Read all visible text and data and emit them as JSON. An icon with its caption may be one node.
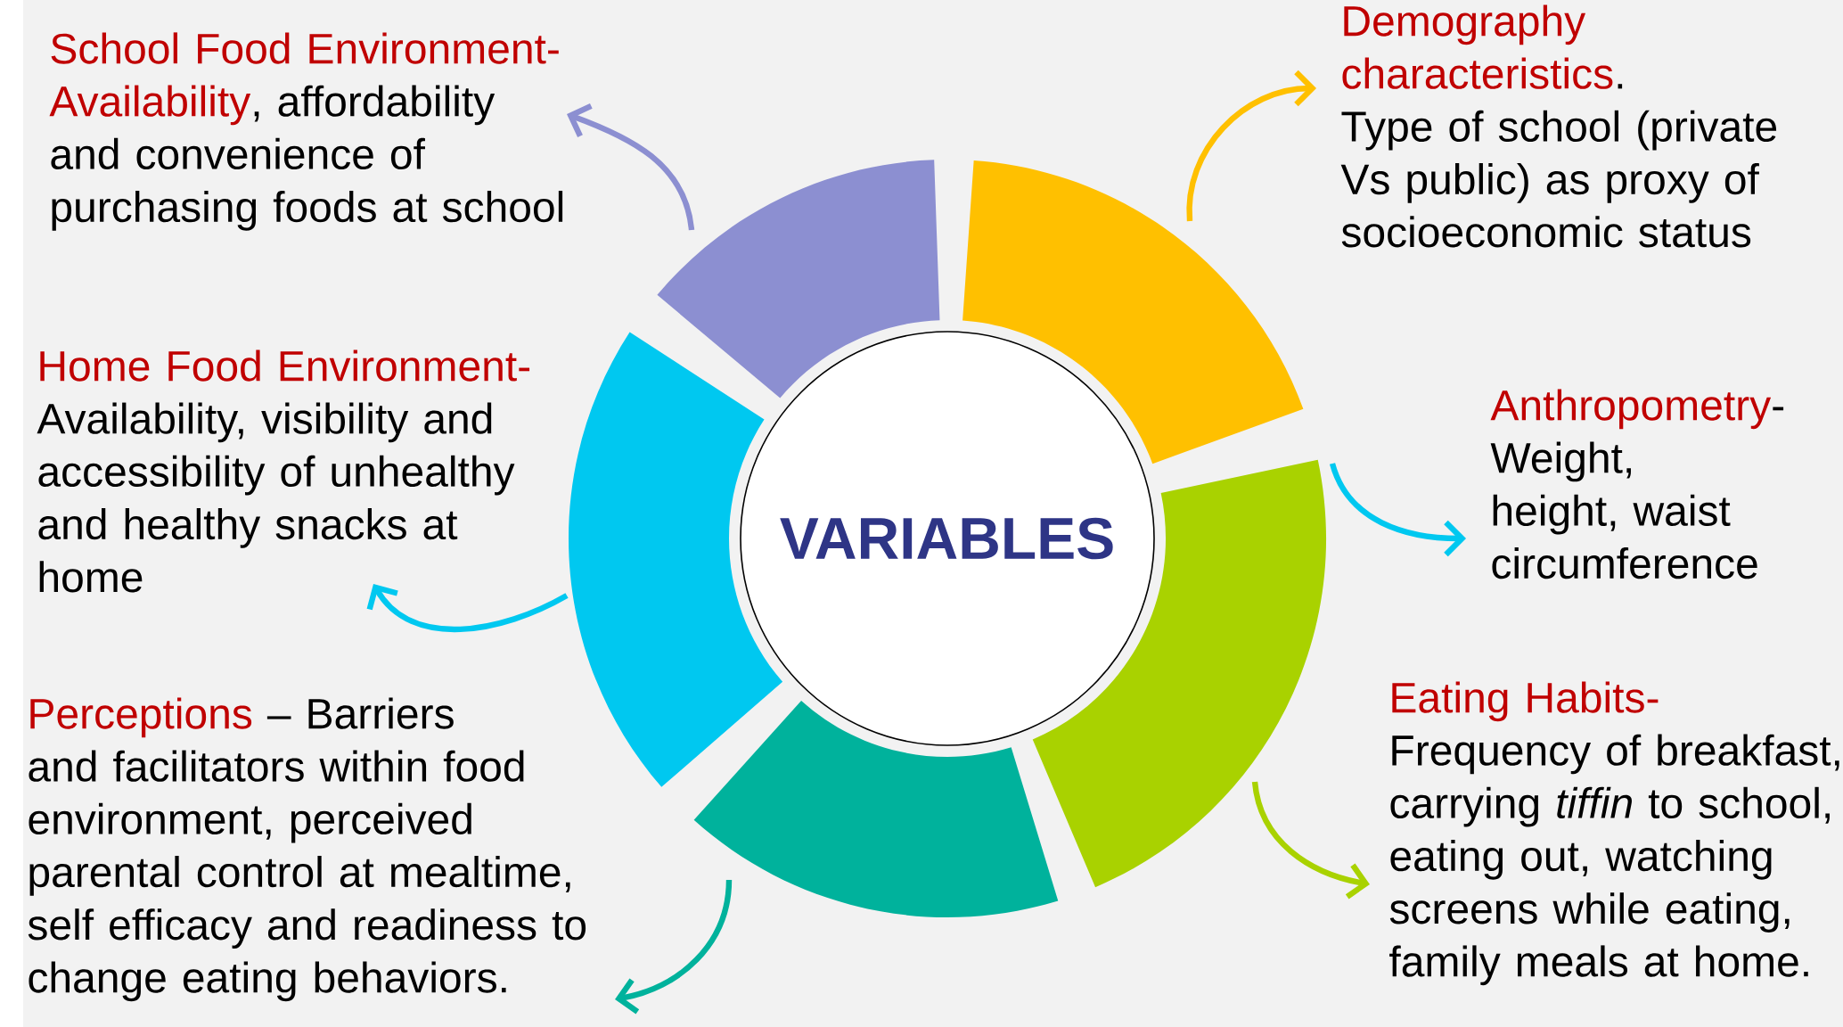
{
  "diagram": {
    "nodes": [
      {
        "text": [
          "School Food Environment- Availability",
          ", affordability and convenience of purchasing foods at school"
        ]
      },
      {
        "text": [
          "Demography characteristics",
          ".",
          "Type of school (private Vs public) as proxy of socioeconomic status"
        ]
      },
      {
        "text": [],
        "shape": "segment"
      },
      {
        "text": [],
        "shape": "segment"
      },
      {
        "text": [
          "Home Food Environment-",
          "Availability, visibility and accessibility of unhealthy and healthy snacks at home"
        ]
      },
      {
        "text": [],
        "shape": "segment"
      },
      {
        "text": [
          "VARIABLES"
        ]
      },
      {
        "text": [
          "Anthropometry",
          "-",
          "Weight, height, waist circumference"
        ]
      },
      {
        "text": [],
        "shape": "segment"
      },
      {
        "text": [
          "Eating Habits-",
          "Frequency of breakfast, carrying *tiffin* to school, eating out, watching screens while eating, family meals at home."
        ]
      },
      {
        "text": [],
        "shape": "segment"
      },
      {
        "text": [
          "Perceptions",
          "– Barriers and facilitators within food environment, perceived parental control at mealtime, self efficacy and readiness to change eating behaviors."
        ]
      }
    ],
    "edges": [
      {
        "from": 2,
        "to": 0,
        "arrow": "to",
        "color": "#8c8fd1"
      },
      {
        "from": 3,
        "to": 1,
        "arrow": "to",
        "color": "#ffc000"
      },
      {
        "from": 8,
        "to": 7,
        "arrow": "to",
        "color": "#00c8f0"
      },
      {
        "from": 8,
        "to": 9,
        "arrow": "to",
        "color": "#a9d200"
      },
      {
        "from": 10,
        "to": 11,
        "arrow": "to",
        "color": "#00b29c"
      },
      {
        "from": 5,
        "to": 4,
        "arrow": "to",
        "color": "#00c8f0"
      }
    ]
  }
}
